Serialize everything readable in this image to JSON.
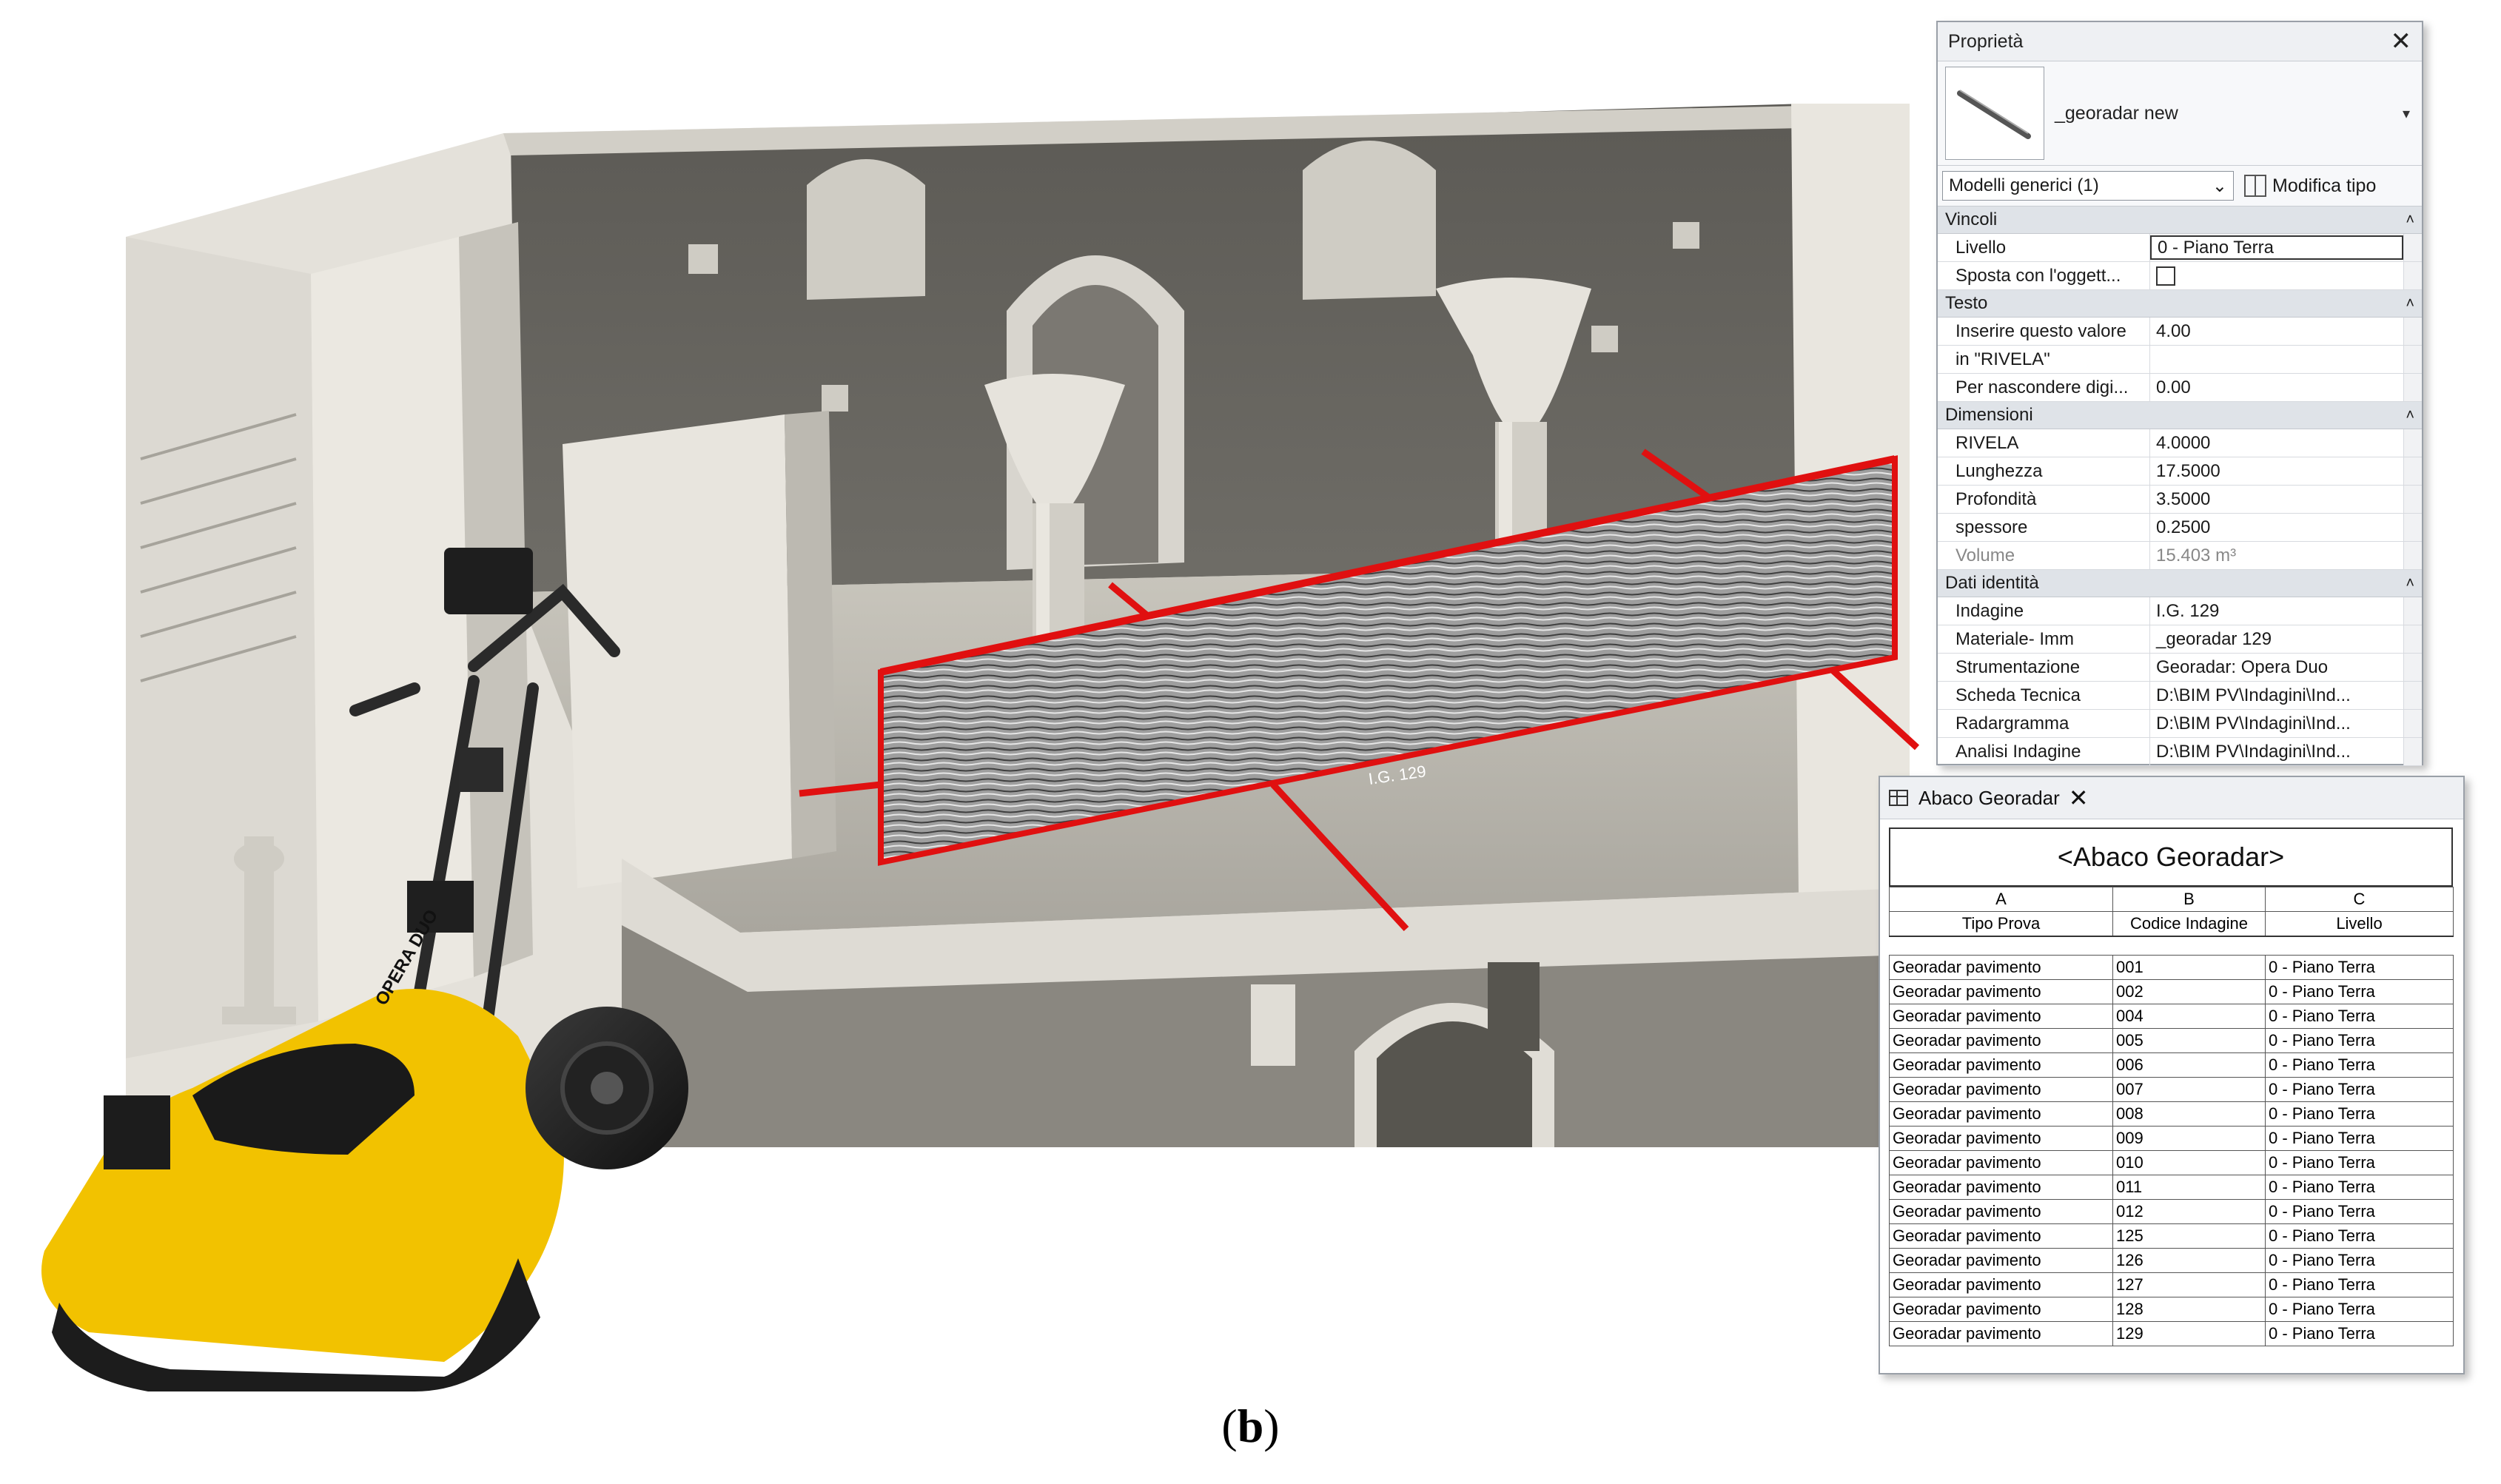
{
  "properties": {
    "title": "Proprietà",
    "close": "✕",
    "type_name": "_georadar new",
    "filter_value": "Modelli generici (1)",
    "edit_type_label": "Modifica tipo",
    "groups": [
      {
        "name": "Vincoli",
        "rows": [
          {
            "key": "Livello",
            "value": "0 - Piano Terra"
          },
          {
            "key": "Sposta con l'oggett...",
            "value": ""
          }
        ]
      },
      {
        "name": "Testo",
        "rows": [
          {
            "key": "Inserire questo valore",
            "value": "4.00"
          },
          {
            "key": "in \"RIVELA\"",
            "value": ""
          },
          {
            "key": "Per nascondere digi...",
            "value": "0.00"
          }
        ]
      },
      {
        "name": "Dimensioni",
        "rows": [
          {
            "key": "RIVELA",
            "value": "4.0000"
          },
          {
            "key": "Lunghezza",
            "value": "17.5000"
          },
          {
            "key": "Profondità",
            "value": "3.5000"
          },
          {
            "key": "spessore",
            "value": "0.2500"
          },
          {
            "key": "Volume",
            "value": "15.403 m³"
          }
        ]
      },
      {
        "name": "Dati identità",
        "rows": [
          {
            "key": "Indagine",
            "value": "I.G. 129"
          },
          {
            "key": "Materiale- Imm",
            "value": "_georadar 129"
          },
          {
            "key": "Strumentazione",
            "value": "Georadar: Opera Duo"
          },
          {
            "key": "Scheda Tecnica",
            "value": "D:\\BIM PV\\Indagini\\Ind..."
          },
          {
            "key": "Radargramma",
            "value": "D:\\BIM PV\\Indagini\\Ind..."
          },
          {
            "key": "Analisi Indagine",
            "value": "D:\\BIM PV\\Indagini\\Ind..."
          }
        ]
      }
    ]
  },
  "schedule": {
    "tab_label": "Abaco Georadar",
    "close": "✕",
    "title": "<Abaco Georadar>",
    "column_letters": [
      "A",
      "B",
      "C"
    ],
    "headers": [
      "Tipo Prova",
      "Codice Indagine",
      "Livello"
    ],
    "rows": [
      [
        "Georadar pavimento",
        "001",
        "0 - Piano Terra"
      ],
      [
        "Georadar pavimento",
        "002",
        "0 - Piano Terra"
      ],
      [
        "Georadar pavimento",
        "004",
        "0 - Piano Terra"
      ],
      [
        "Georadar pavimento",
        "005",
        "0 - Piano Terra"
      ],
      [
        "Georadar pavimento",
        "006",
        "0 - Piano Terra"
      ],
      [
        "Georadar pavimento",
        "007",
        "0 - Piano Terra"
      ],
      [
        "Georadar pavimento",
        "008",
        "0 - Piano Terra"
      ],
      [
        "Georadar pavimento",
        "009",
        "0 - Piano Terra"
      ],
      [
        "Georadar pavimento",
        "010",
        "0 - Piano Terra"
      ],
      [
        "Georadar pavimento",
        "011",
        "0 - Piano Terra"
      ],
      [
        "Georadar pavimento",
        "012",
        "0 - Piano Terra"
      ],
      [
        "Georadar pavimento",
        "125",
        "0 - Piano Terra"
      ],
      [
        "Georadar pavimento",
        "126",
        "0 - Piano Terra"
      ],
      [
        "Georadar pavimento",
        "127",
        "0 - Piano Terra"
      ],
      [
        "Georadar pavimento",
        "128",
        "0 - Piano Terra"
      ],
      [
        "Georadar pavimento",
        "129",
        "0 - Piano Terra"
      ]
    ]
  },
  "scene": {
    "radargram_label": "I.G. 129",
    "device_brand": "OPERA DUO",
    "colors": {
      "section_line": "#e01010",
      "device_body": "#f2c200",
      "model": "#d6d3cc"
    }
  },
  "caption": {
    "open": "(",
    "letter": "b",
    "close": ")"
  }
}
